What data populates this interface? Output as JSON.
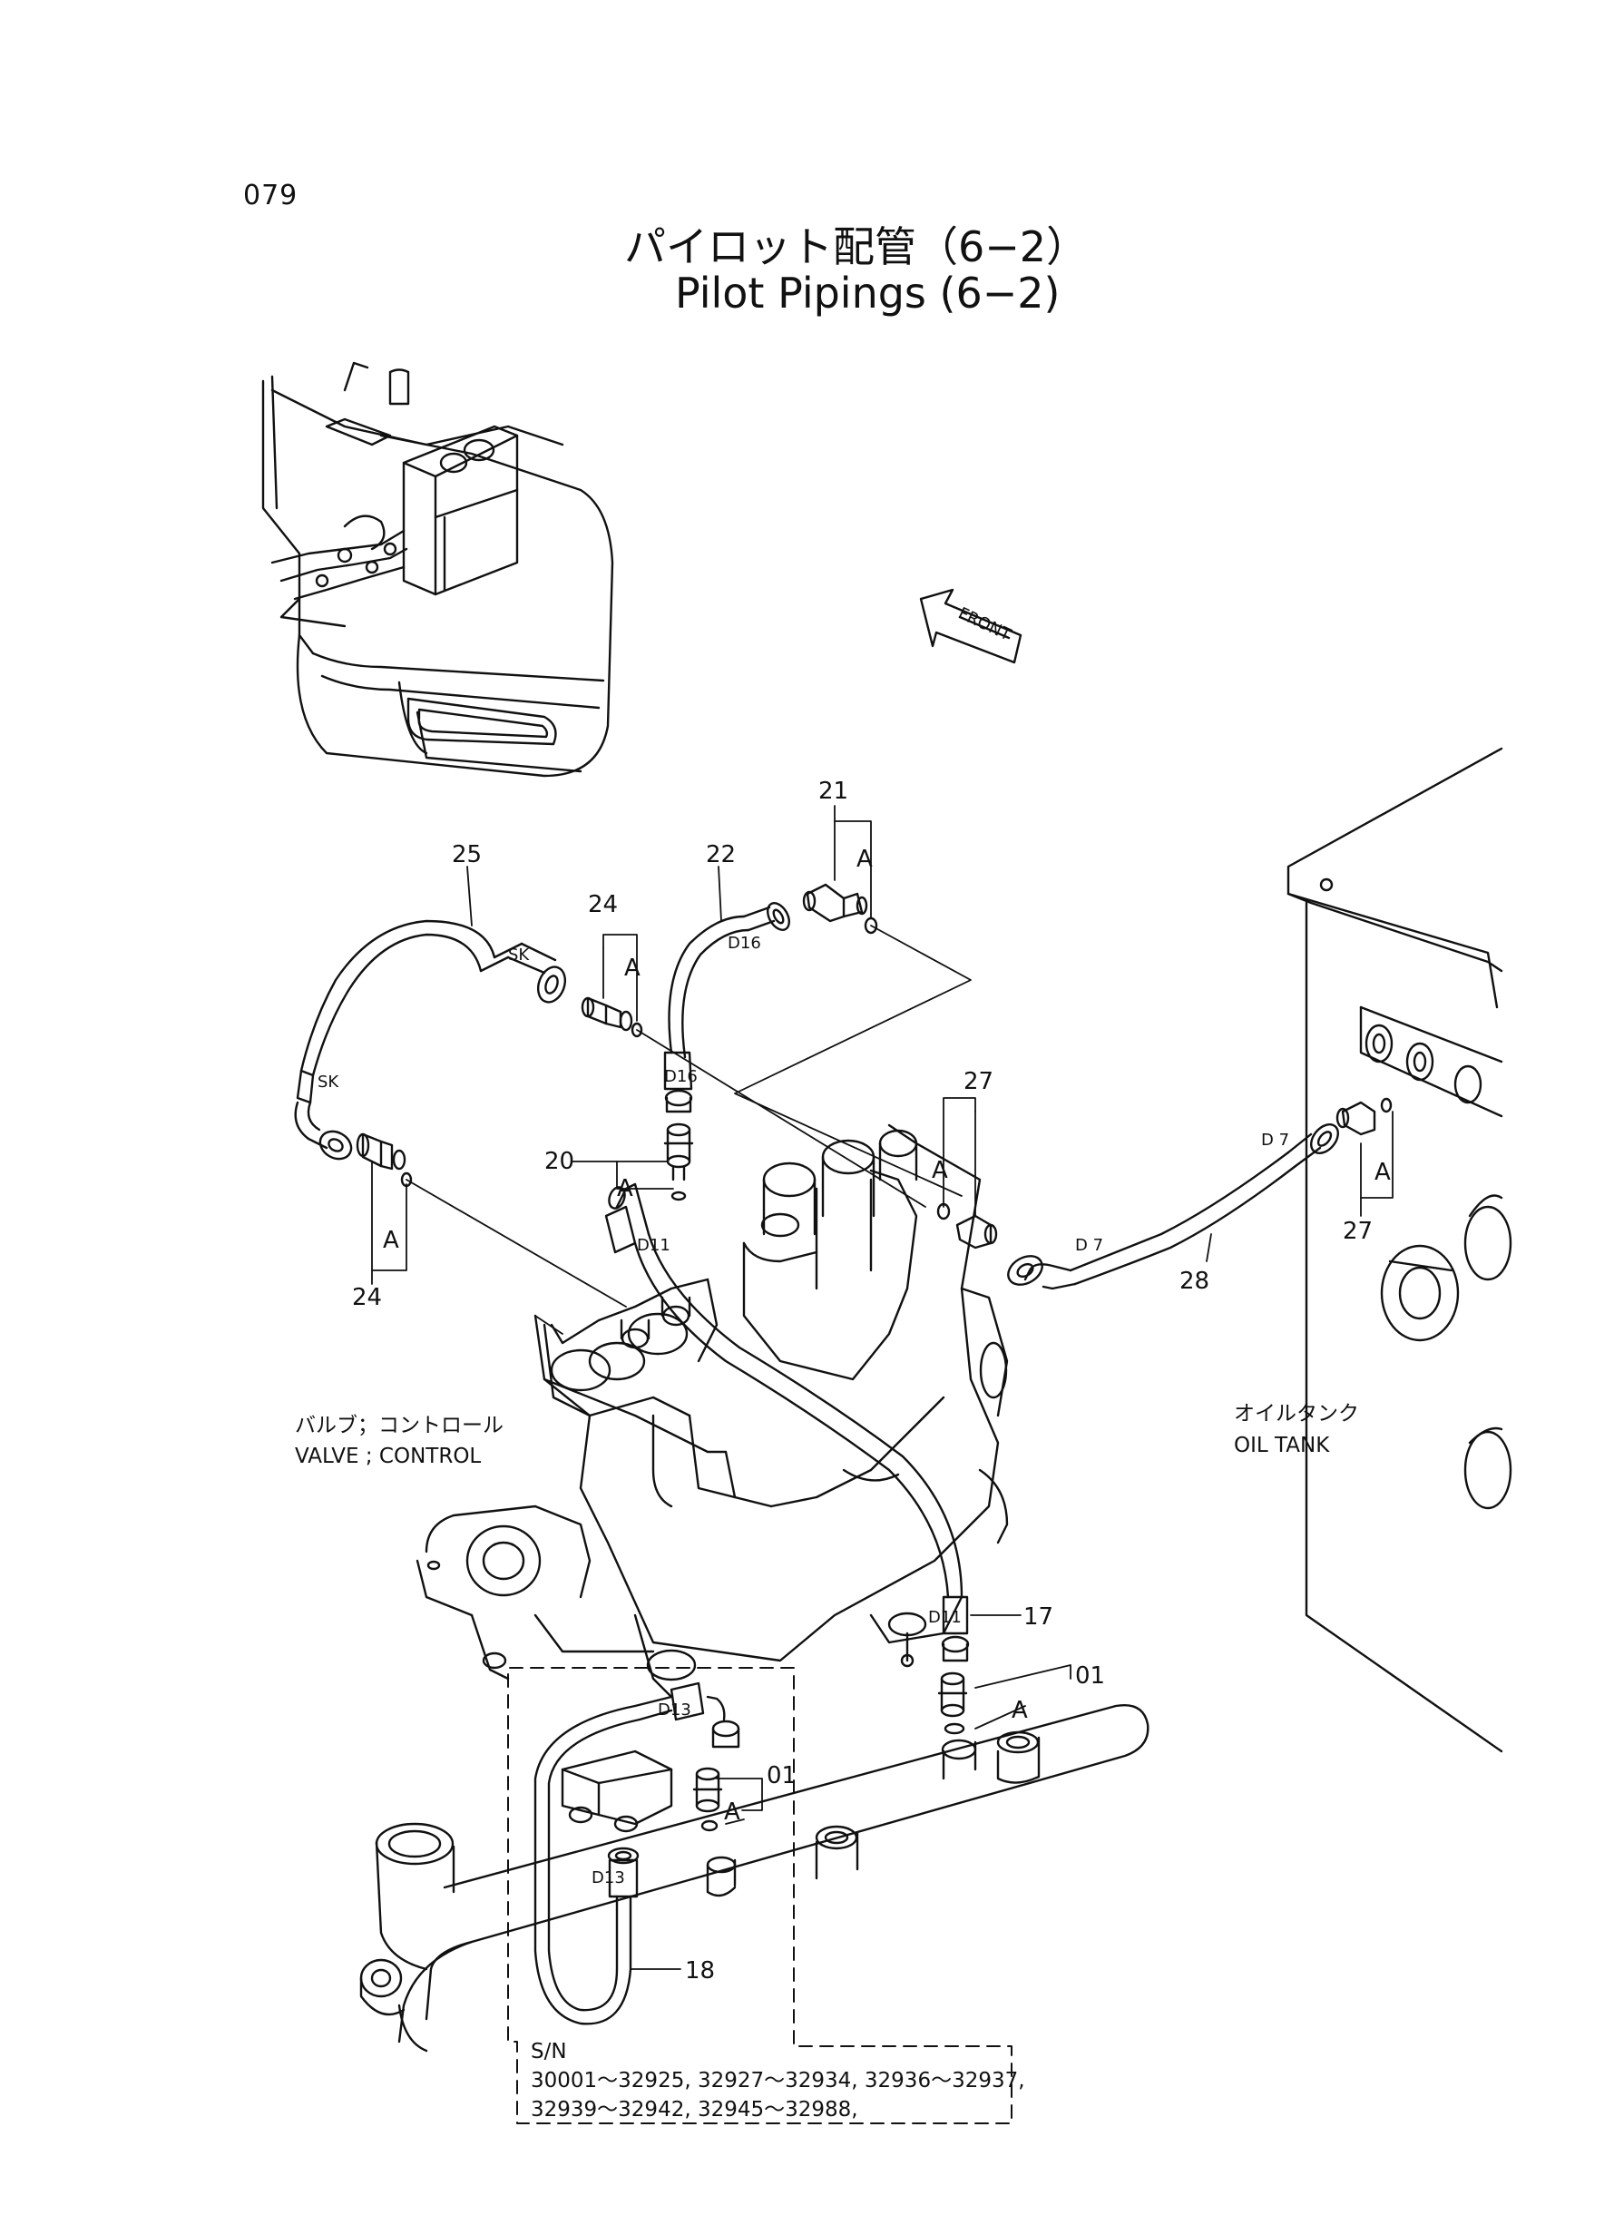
{
  "page_number": "079",
  "title": {
    "japanese": "パイロット配管（6−2）",
    "english": "Pilot Pipings (6−2)"
  },
  "direction_arrow": "FRONT",
  "components": {
    "valve_control_ja": "バルブ；コントロール",
    "valve_control_en": "VALVE ; CONTROL",
    "oil_tank_ja": "オイルタンク",
    "oil_tank_en": "OIL TANK"
  },
  "part_numbers": {
    "p01": "01",
    "p17": "17",
    "p18": "18",
    "p20": "20",
    "p21": "21",
    "p22": "22",
    "p24": "24",
    "p25": "25",
    "p27": "27",
    "p28": "28"
  },
  "ref_letter": "A",
  "hose_codes": {
    "sk": "SK",
    "d16": "D16",
    "d11": "D11",
    "d13": "D13",
    "d7": "D 7",
    "d7_short": "D 7"
  },
  "serial_note": {
    "heading": "S/N",
    "line1": "30001～32925, 32927～32934, 32936～32937,",
    "line2": "32939～32942, 32945～32988,"
  }
}
